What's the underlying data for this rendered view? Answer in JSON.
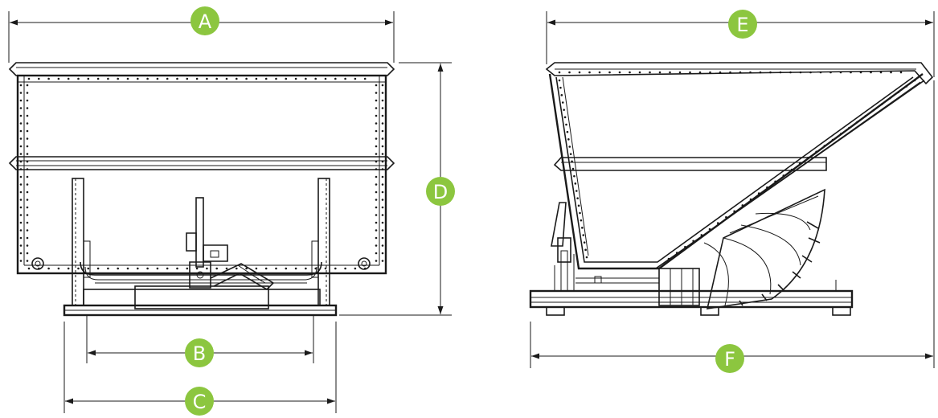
{
  "colors": {
    "badge": "#8cc63f",
    "badge_text": "#ffffff",
    "line": "#1a1a1a",
    "background": "#ffffff"
  },
  "labels": {
    "a": "A",
    "b": "B",
    "c": "C",
    "d": "D",
    "e": "E",
    "f": "F"
  }
}
